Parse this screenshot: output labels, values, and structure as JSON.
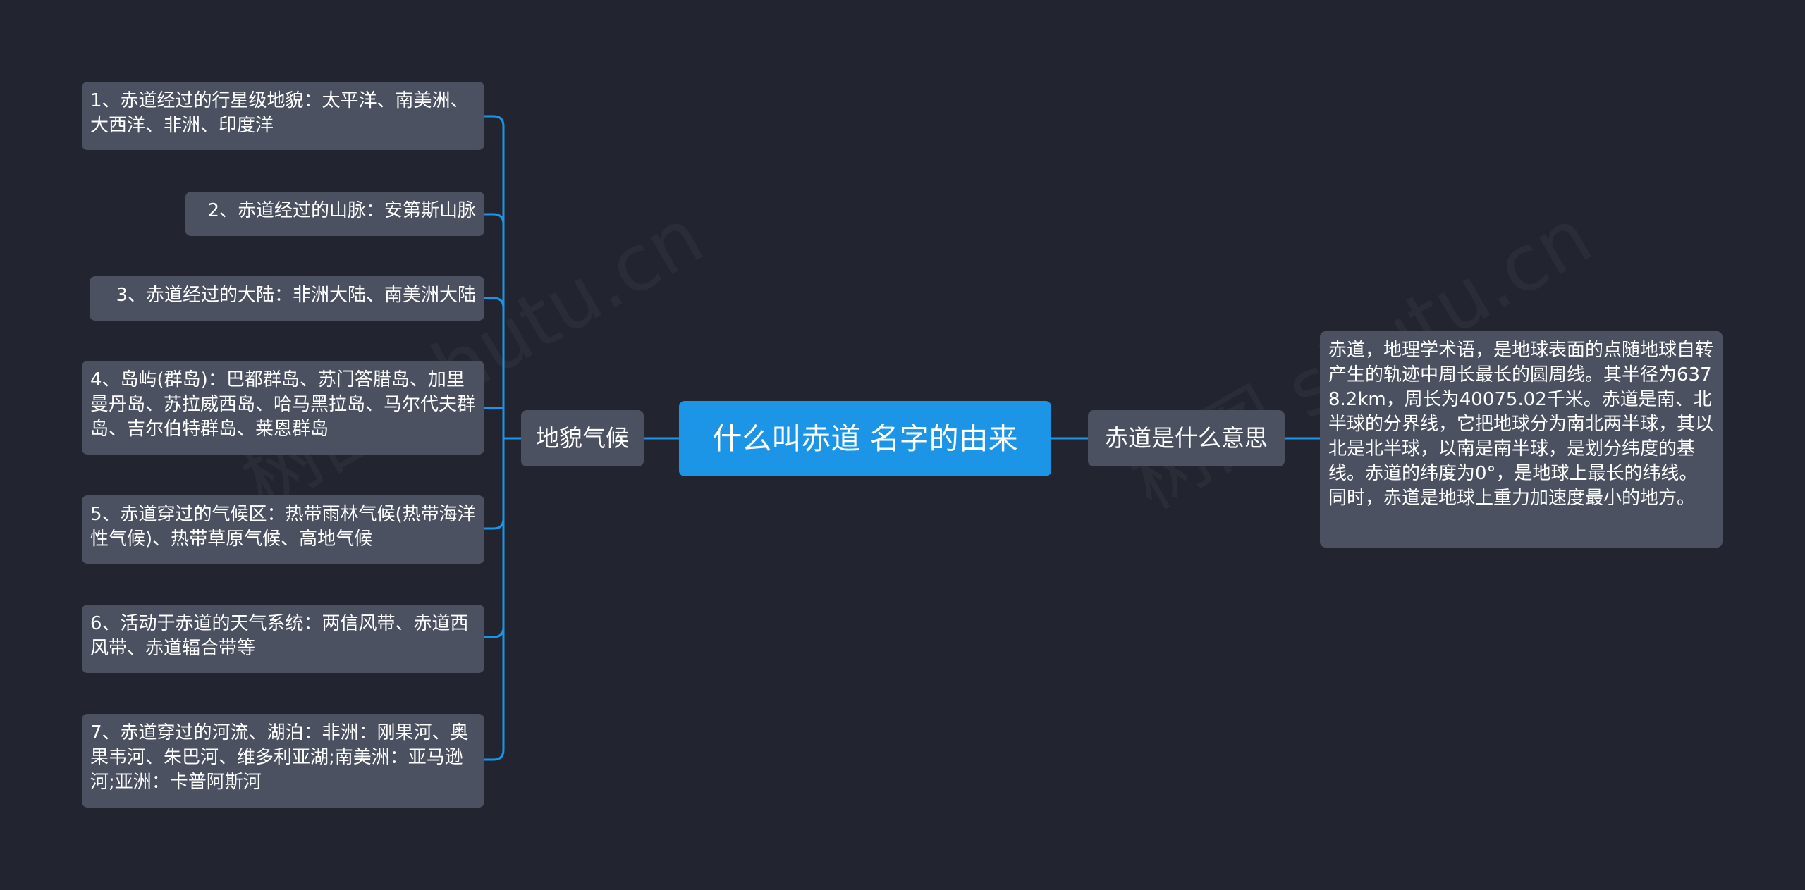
{
  "root": {
    "title": "什么叫赤道 名字的由来"
  },
  "branches": {
    "left": {
      "label": "地貌气候"
    },
    "right": {
      "label": "赤道是什么意思"
    }
  },
  "left_leaves": [
    {
      "text": "1、赤道经过的行星级地貌：太平洋、南美洲、大西洋、非洲、印度洋"
    },
    {
      "text": "2、赤道经过的山脉：安第斯山脉"
    },
    {
      "text": "3、赤道经过的大陆：非洲大陆、南美洲大陆"
    },
    {
      "text": "4、岛屿(群岛)：巴都群岛、苏门答腊岛、加里曼丹岛、苏拉威西岛、哈马黑拉岛、马尔代夫群岛、吉尔伯特群岛、莱恩群岛"
    },
    {
      "text": "5、赤道穿过的气候区：热带雨林气候(热带海洋性气候)、热带草原气候、高地气候"
    },
    {
      "text": "6、活动于赤道的天气系统：两信风带、赤道西风带、赤道辐合带等"
    },
    {
      "text": "7、赤道穿过的河流、湖泊：非洲：刚果河、奥果韦河、朱巴河、维多利亚湖;南美洲：亚马逊河;亚洲：卡普阿斯河"
    }
  ],
  "right_leaves": [
    {
      "text": "赤道，地理学术语，是地球表面的点随地球自转产生的轨迹中周长最长的圆周线。其半径为6378.2km，周长为40075.02千米。赤道是南、北半球的分界线，它把地球分为南北两半球，其以北是北半球，以南是南半球，是划分纬度的基线。赤道的纬度为0°，是地球上最长的纬线。同时，赤道是地球上重力加速度最小的地方。"
    }
  ],
  "colors": {
    "background": "#22252f",
    "root_fill": "#1c95e6",
    "node_fill": "#4b5160",
    "connector": "#1c95e6",
    "text": "#ffffff"
  }
}
